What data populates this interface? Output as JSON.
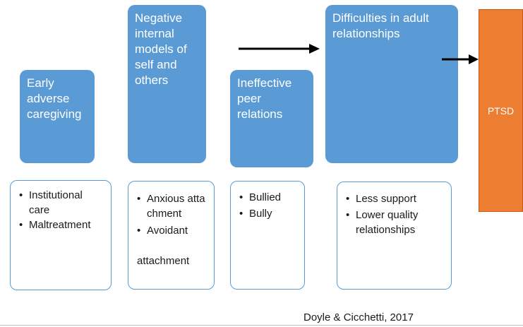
{
  "colors": {
    "box_fill": "#5b9bd5",
    "outcome_fill": "#ed7d31",
    "detail_border": "#5b9bd5"
  },
  "stages": [
    {
      "lines": [
        "Early",
        "adverse",
        "caregiving"
      ],
      "details": [
        "Institutional care",
        "Maltreatment"
      ]
    },
    {
      "lines": [
        "Negative",
        "internal",
        "models of",
        "self and",
        "others"
      ],
      "details": [
        "Anxious attachment",
        "Avoidant"
      ],
      "extra_text": "attachment"
    },
    {
      "lines": [
        "Ineffective",
        "peer",
        "relations"
      ],
      "details": [
        "Bullied",
        "Bully"
      ]
    },
    {
      "lines": [
        "Difficulties in adult",
        "relationships"
      ],
      "details": [
        "Less support",
        "Lower quality relationships"
      ]
    }
  ],
  "outcome": {
    "label": "PTSD"
  },
  "citation": "Doyle & Cicchetti, 2017"
}
